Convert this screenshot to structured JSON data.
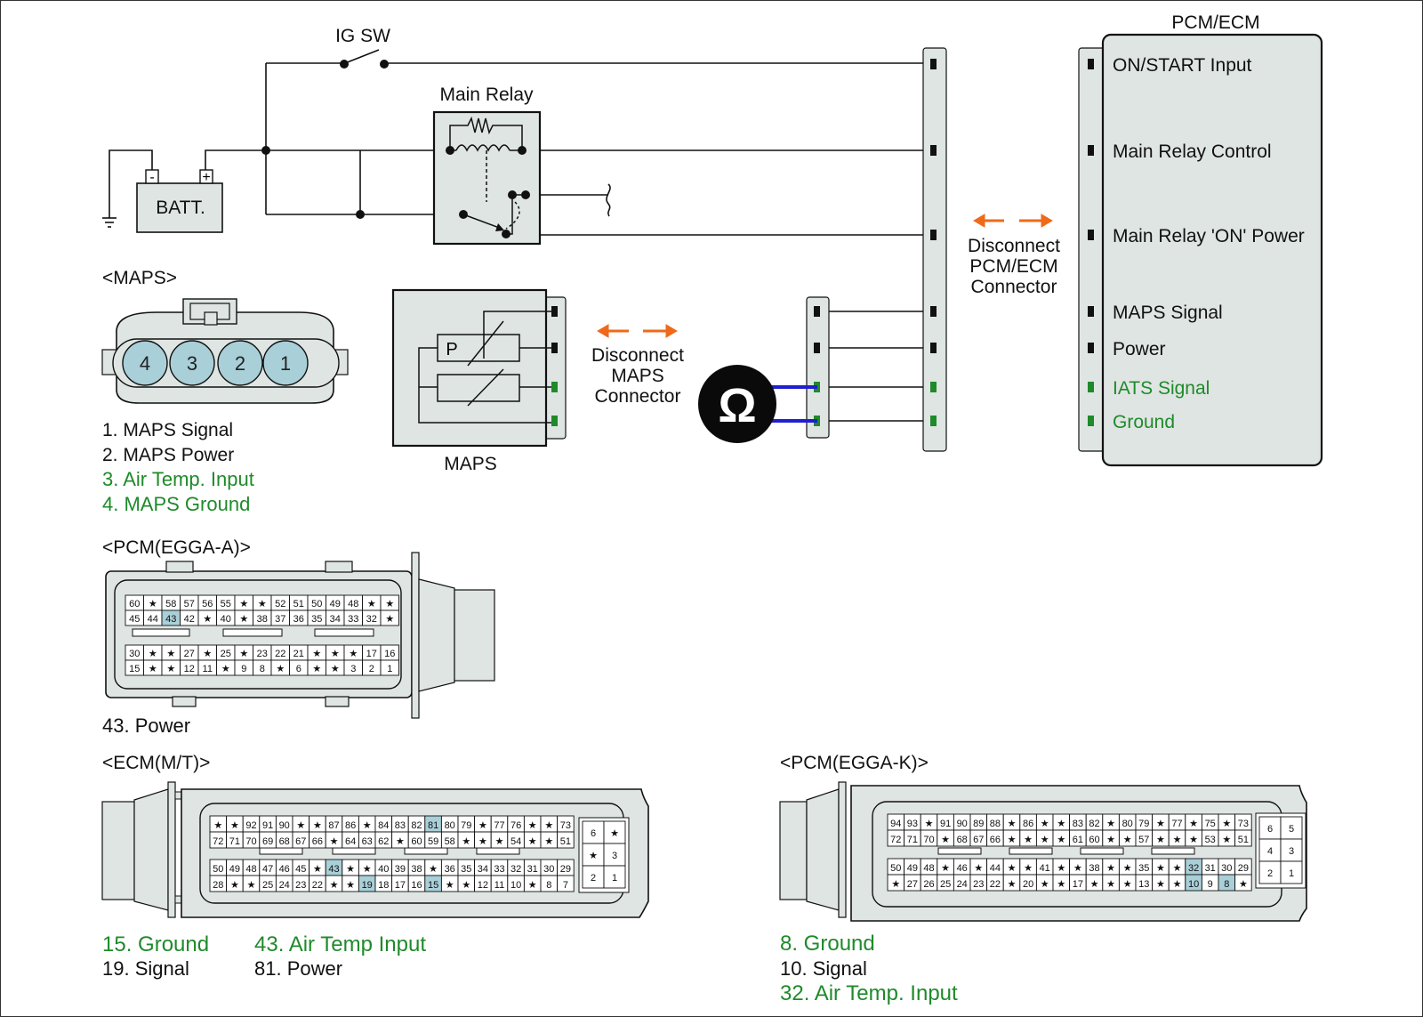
{
  "labels": {
    "ig_sw": "IG SW",
    "main_relay": "Main Relay",
    "batt": "BATT.",
    "batt_minus": "-",
    "batt_plus": "+",
    "pcm_ecm_title": "PCM/ECM",
    "maps_label": "MAPS",
    "ohm_symbol": "Ω",
    "p_symbol": "P",
    "disconnect_pcm": [
      "Disconnect",
      "PCM/ECM",
      "Connector"
    ],
    "disconnect_maps": [
      "Disconnect",
      "MAPS",
      "Connector"
    ]
  },
  "ecm_pins": [
    {
      "label": "ON/START Input",
      "color": "#111111"
    },
    {
      "label": "Main Relay Control",
      "color": "#111111"
    },
    {
      "label": "Main Relay 'ON' Power",
      "color": "#111111"
    },
    {
      "label": "MAPS Signal",
      "color": "#111111"
    },
    {
      "label": "Power",
      "color": "#111111"
    },
    {
      "label": "IATS Signal",
      "color": "#1f8a2a"
    },
    {
      "label": "Ground",
      "color": "#1f8a2a"
    }
  ],
  "maps_connector": {
    "title": "<MAPS>",
    "pins": [
      "4",
      "3",
      "2",
      "1"
    ],
    "legend": [
      {
        "text": "1. MAPS Signal",
        "color": "#111111"
      },
      {
        "text": "2. MAPS Power",
        "color": "#111111"
      },
      {
        "text": "3. Air Temp. Input",
        "color": "#1f8a2a"
      },
      {
        "text": "4. MAPS Ground",
        "color": "#1f8a2a"
      }
    ]
  },
  "pcm_egga_a": {
    "title": "<PCM(EGGA-A)>",
    "rows": [
      [
        "60",
        "★",
        "58",
        "57",
        "56",
        "55",
        "★",
        "★",
        "52",
        "51",
        "50",
        "49",
        "48",
        "★",
        "★"
      ],
      [
        "45",
        "44",
        "43",
        "42",
        "★",
        "40",
        "★",
        "38",
        "37",
        "36",
        "35",
        "34",
        "33",
        "32",
        "★"
      ],
      [
        "30",
        "★",
        "★",
        "27",
        "★",
        "25",
        "★",
        "23",
        "22",
        "21",
        "★",
        "★",
        "★",
        "17",
        "16"
      ],
      [
        "15",
        "★",
        "★",
        "12",
        "11",
        "★",
        "9",
        "8",
        "★",
        "6",
        "★",
        "★",
        "3",
        "2",
        "1"
      ]
    ],
    "highlight": [
      "43"
    ],
    "legend": [
      {
        "text": "43. Power",
        "color": "#111111"
      }
    ]
  },
  "ecm_mt": {
    "title": "<ECM(M/T)>",
    "rows": [
      [
        "★",
        "★",
        "92",
        "91",
        "90",
        "★",
        "★",
        "87",
        "86",
        "★",
        "84",
        "83",
        "82",
        "81",
        "80",
        "79",
        "★",
        "77",
        "76",
        "★",
        "★",
        "73"
      ],
      [
        "72",
        "71",
        "70",
        "69",
        "68",
        "67",
        "66",
        "★",
        "64",
        "63",
        "62",
        "★",
        "60",
        "59",
        "58",
        "★",
        "★",
        "★",
        "54",
        "★",
        "★",
        "51"
      ],
      [
        "50",
        "49",
        "48",
        "47",
        "46",
        "45",
        "★",
        "43",
        "★",
        "★",
        "40",
        "39",
        "38",
        "★",
        "36",
        "35",
        "34",
        "33",
        "32",
        "31",
        "30",
        "29"
      ],
      [
        "28",
        "★",
        "★",
        "25",
        "24",
        "23",
        "22",
        "★",
        "★",
        "19",
        "18",
        "17",
        "16",
        "15",
        "★",
        "★",
        "12",
        "11",
        "10",
        "★",
        "8",
        "7"
      ]
    ],
    "highlight": [
      "81",
      "43",
      "19",
      "15"
    ],
    "side": [
      [
        "6",
        "★"
      ],
      [
        "★",
        "3"
      ],
      [
        "2",
        "1"
      ]
    ],
    "legend": [
      {
        "text": "15. Ground",
        "color": "#1f8a2a"
      },
      {
        "text": "19. Signal",
        "color": "#111111"
      },
      {
        "text": "43. Air Temp Input",
        "color": "#1f8a2a"
      },
      {
        "text": "81. Power",
        "color": "#111111"
      }
    ]
  },
  "pcm_egga_k": {
    "title": "<PCM(EGGA-K)>",
    "rows": [
      [
        "94",
        "93",
        "★",
        "91",
        "90",
        "89",
        "88",
        "★",
        "86",
        "★",
        "★",
        "83",
        "82",
        "★",
        "80",
        "79",
        "★",
        "77",
        "★",
        "75",
        "★",
        "73"
      ],
      [
        "72",
        "71",
        "70",
        "★",
        "68",
        "67",
        "66",
        "★",
        "★",
        "★",
        "★",
        "61",
        "60",
        "★",
        "★",
        "57",
        "★",
        "★",
        "★",
        "53",
        "★",
        "51"
      ],
      [
        "50",
        "49",
        "48",
        "★",
        "46",
        "★",
        "44",
        "★",
        "★",
        "41",
        "★",
        "★",
        "38",
        "★",
        "★",
        "35",
        "★",
        "★",
        "32",
        "31",
        "30",
        "29"
      ],
      [
        "★",
        "27",
        "26",
        "25",
        "24",
        "23",
        "22",
        "★",
        "20",
        "★",
        "★",
        "17",
        "★",
        "★",
        "★",
        "13",
        "★",
        "★",
        "10",
        "9",
        "8",
        "★"
      ]
    ],
    "highlight": [
      "32",
      "10",
      "8"
    ],
    "side": [
      [
        "6",
        "5"
      ],
      [
        "4",
        "3"
      ],
      [
        "2",
        "1"
      ]
    ],
    "legend": [
      {
        "text": "8. Ground",
        "color": "#1f8a2a"
      },
      {
        "text": "10. Signal",
        "color": "#111111"
      },
      {
        "text": "32. Air Temp. Input",
        "color": "#1f8a2a"
      }
    ]
  },
  "colors": {
    "wire": "#111111",
    "box_fill": "#dfe5e3",
    "highlight": "#a9cfd8",
    "pin_teal": "#a9cfd8",
    "arrow": "#ee6a1a",
    "probe": "#1f1fd0",
    "green_pin": "#1f8a2a"
  }
}
